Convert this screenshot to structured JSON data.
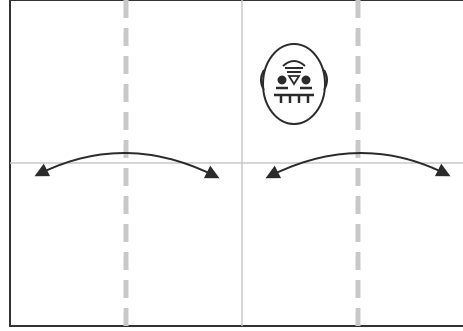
{
  "diagram": {
    "panels": [
      {
        "id": "panel-left",
        "mascot": null,
        "arrow": "double-headed-curved-arrow"
      },
      {
        "id": "panel-right",
        "mascot": "robot-face-icon",
        "arrow": "double-headed-curved-arrow"
      }
    ],
    "colors": {
      "frame": "#333333",
      "center_divider": "#c8c8c8",
      "dashed_fold": "#c8c8c8",
      "arrow": "#2b2b2b",
      "icon_stroke": "#2b2b2b",
      "background": "#ffffff"
    }
  }
}
